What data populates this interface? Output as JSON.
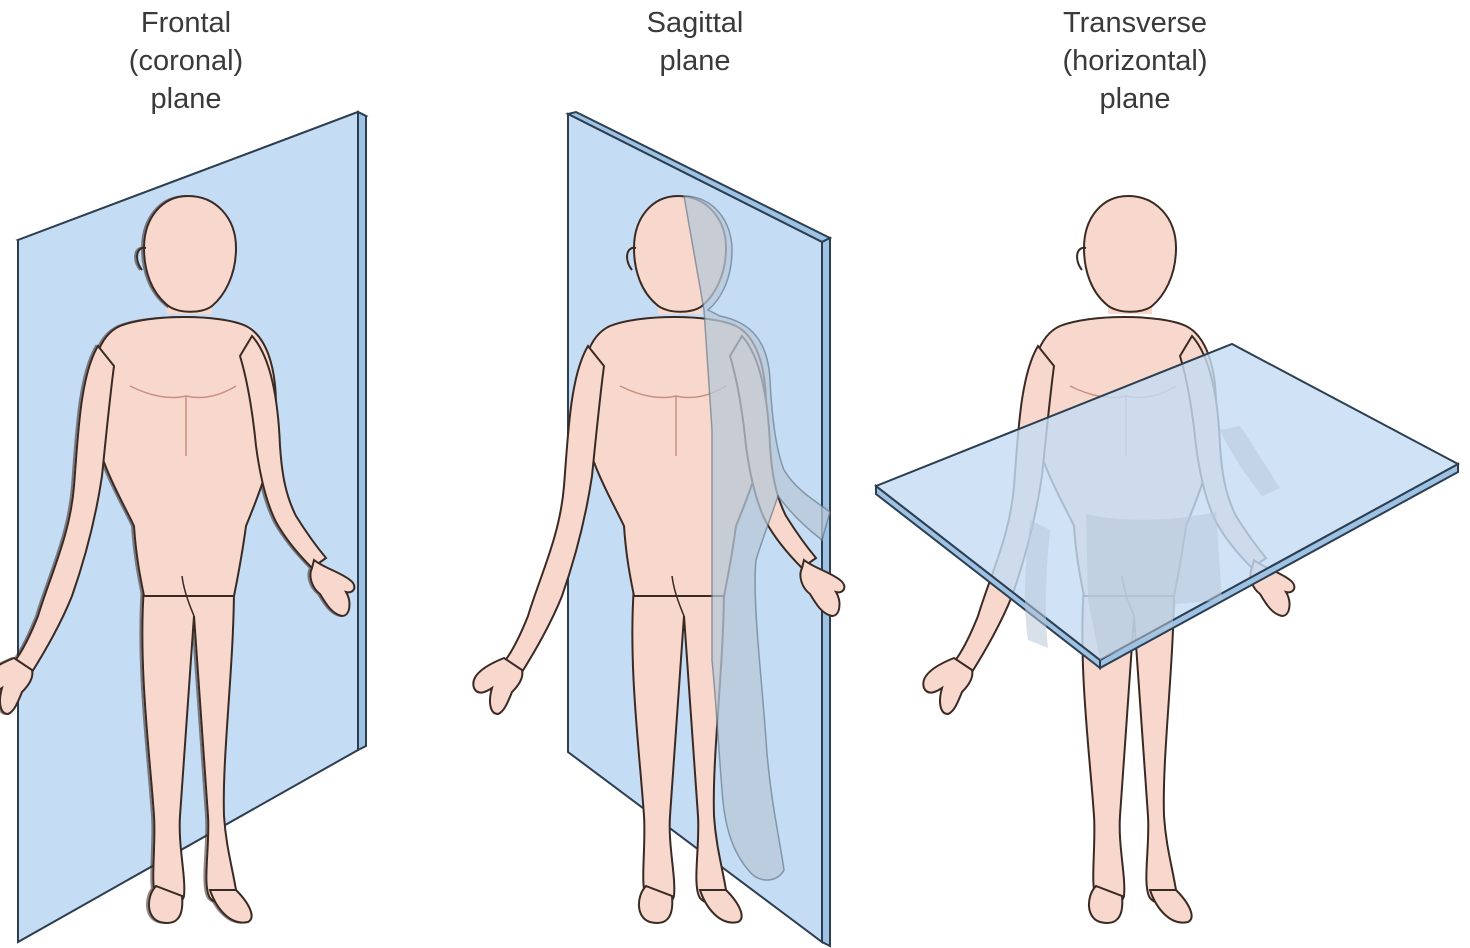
{
  "panels": [
    {
      "id": "frontal",
      "label_lines": [
        "Frontal",
        "(coronal)",
        "plane"
      ]
    },
    {
      "id": "sagittal",
      "label_lines": [
        "Sagittal",
        "plane"
      ]
    },
    {
      "id": "transverse",
      "label_lines": [
        "Transverse",
        "(horizontal)",
        "plane"
      ]
    }
  ],
  "colors": {
    "plane_fill": "#c4dcf4",
    "plane_edge": "#9ec2e4",
    "plane_stroke": "#2c3e50",
    "skin": "#f8d8cc",
    "skin_shade": "#efb9a8",
    "skin_stroke": "#3a2a24",
    "ghost": "#b8c8d8",
    "label_text": "#3a3a3a"
  }
}
